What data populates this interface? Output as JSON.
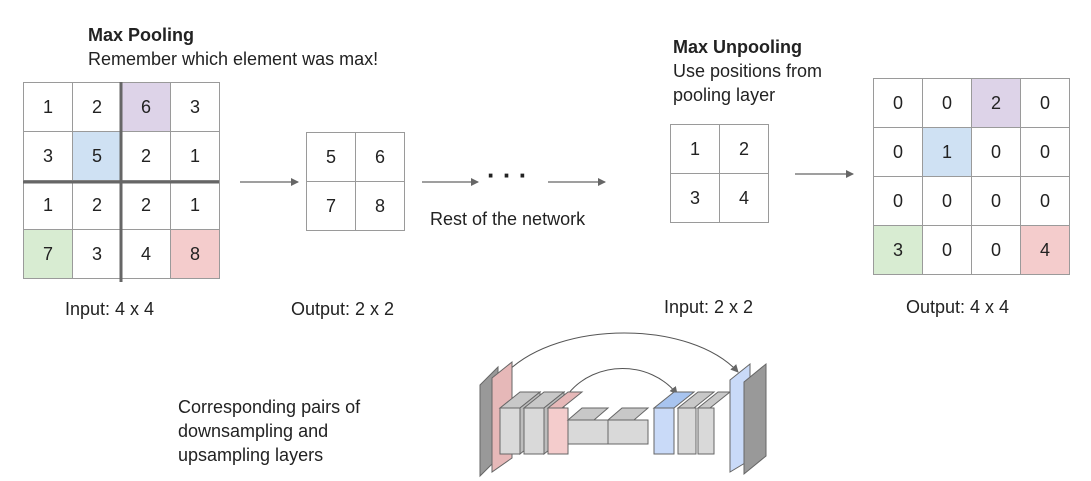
{
  "pooling": {
    "title": "Max Pooling",
    "subtitle": "Remember which element was max!",
    "input_grid": [
      [
        "1",
        "2",
        "6",
        "3"
      ],
      [
        "3",
        "5",
        "2",
        "1"
      ],
      [
        "1",
        "2",
        "2",
        "1"
      ],
      [
        "7",
        "3",
        "4",
        "8"
      ]
    ],
    "input_caption": "Input: 4 x 4",
    "output_grid": [
      [
        "5",
        "6"
      ],
      [
        "7",
        "8"
      ]
    ],
    "output_caption": "Output: 2 x 2"
  },
  "network": {
    "ellipsis": "· · ·",
    "label": "Rest of the network"
  },
  "unpooling": {
    "title": "Max Unpooling",
    "subtitle_lines": [
      "Use positions from",
      "pooling layer"
    ],
    "input_grid": [
      [
        "1",
        "2"
      ],
      [
        "3",
        "4"
      ]
    ],
    "input_caption": "Input: 2 x 2",
    "output_grid": [
      [
        "0",
        "0",
        "2",
        "0"
      ],
      [
        "0",
        "1",
        "0",
        "0"
      ],
      [
        "0",
        "0",
        "0",
        "0"
      ],
      [
        "3",
        "0",
        "0",
        "4"
      ]
    ],
    "output_caption": "Output: 4 x 4"
  },
  "unet": {
    "caption_lines": [
      "Corresponding pairs of",
      "downsampling and",
      "upsampling layers"
    ]
  },
  "colors": {
    "purple": "#ddd3e8",
    "blue": "#cfe1f3",
    "green": "#d8ecd2",
    "red": "#f4cccc",
    "block_gray": "#d9d9d9",
    "block_dark": "#999999",
    "block_red": "#e6b8b8",
    "block_blue": "#c9daf8",
    "separator": "#666666",
    "arrow": "#666666"
  }
}
